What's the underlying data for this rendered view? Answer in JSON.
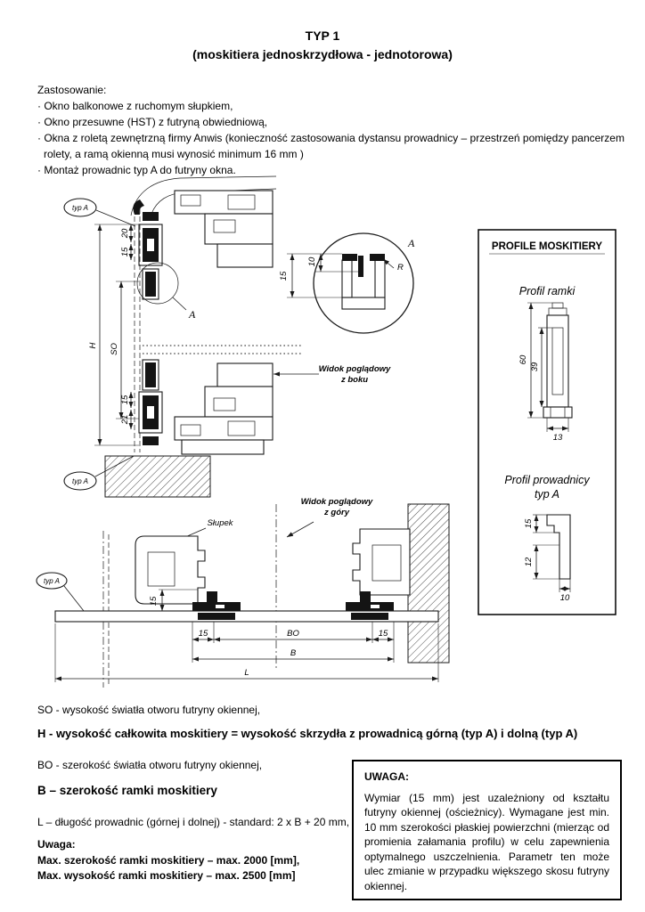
{
  "document": {
    "title_line1": "TYP 1",
    "title_line2": "(moskitiera jednoskrzydłowa - jednotorowa)"
  },
  "zastosowanie": {
    "heading": "Zastosowanie:",
    "items": [
      "· Okno balkonowe z ruchomym słupkiem,",
      "· Okno przesuwne (HST) z futryną obwiedniową,",
      "· Okna z roletą zewnętrzną firmy Anwis (konieczność zastosowania dystansu prowadnicy –  przestrzeń pomiędzy pancerzem",
      "rolety, a ramą okienną musi wynosić minimum 16 mm )",
      "· Montaż prowadnic typ A do futryny okna."
    ]
  },
  "side_view": {
    "typ_a_top": "typ A",
    "typ_a_bottom": "typ A",
    "detail_ref": "A",
    "dims": {
      "d20": "20",
      "d15_top": "15",
      "h": "H",
      "so": "SO",
      "d15_bottom": "15",
      "d21": "21"
    },
    "caption1": "Widok poglądowy",
    "caption2": "z boku"
  },
  "detail_a": {
    "label": "A",
    "radius_label": "R",
    "dims": {
      "d10": "10",
      "d15": "15"
    }
  },
  "profiles_panel": {
    "title": "PROFILE MOSKITIERY",
    "frame_profile_label": "Profil ramki",
    "frame_dims": {
      "d60": "60",
      "d39": "39",
      "d13": "13"
    },
    "guide_profile_label1": "Profil prowadnicy",
    "guide_profile_label2": "typ A",
    "guide_dims": {
      "d15": "15",
      "d12": "12",
      "d10": "10"
    }
  },
  "top_view": {
    "caption1": "Widok poglądowy",
    "caption2": "z góry",
    "slupek_label": "Słupek",
    "typ_a": "typ A",
    "dims": {
      "d15_gap": "15",
      "d15_left": "15",
      "bo": "BO",
      "d15_right": "15",
      "b": "B",
      "l": "L"
    }
  },
  "legend": {
    "so_desc": "SO - wysokość światła otworu futryny okiennej,",
    "h_desc": "H - wysokość całkowita moskitiery = wysokość skrzydła z prowadnicą górną (typ A) i dolną (typ A)",
    "bo_desc": "BO - szerokość światła otworu futryny okiennej,",
    "b_desc": "B – szerokość ramki moskitiery",
    "l_desc": "L – długość prowadnic (górnej i dolnej) - standard: 2 x B + 20 mm,",
    "uwaga_heading": "Uwaga:",
    "max_width": "Max. szerokość ramki moskitiery – max. 2000 [mm],",
    "max_height": "Max. wysokość ramki moskitiery – max. 2500 [mm]"
  },
  "note_box": {
    "heading": "UWAGA:",
    "body": "Wymiar (15 mm) jest uzależniony od kształtu futryny okiennej (ościeżnicy). Wymagane jest min. 10 mm szerokości płaskiej powierzchni (mierząc od promienia załamania profilu) w celu zapewnienia optymalnego uszczelnienia. Parametr ten może ulec zmianie w przypadku większego skosu futryny okiennej."
  }
}
